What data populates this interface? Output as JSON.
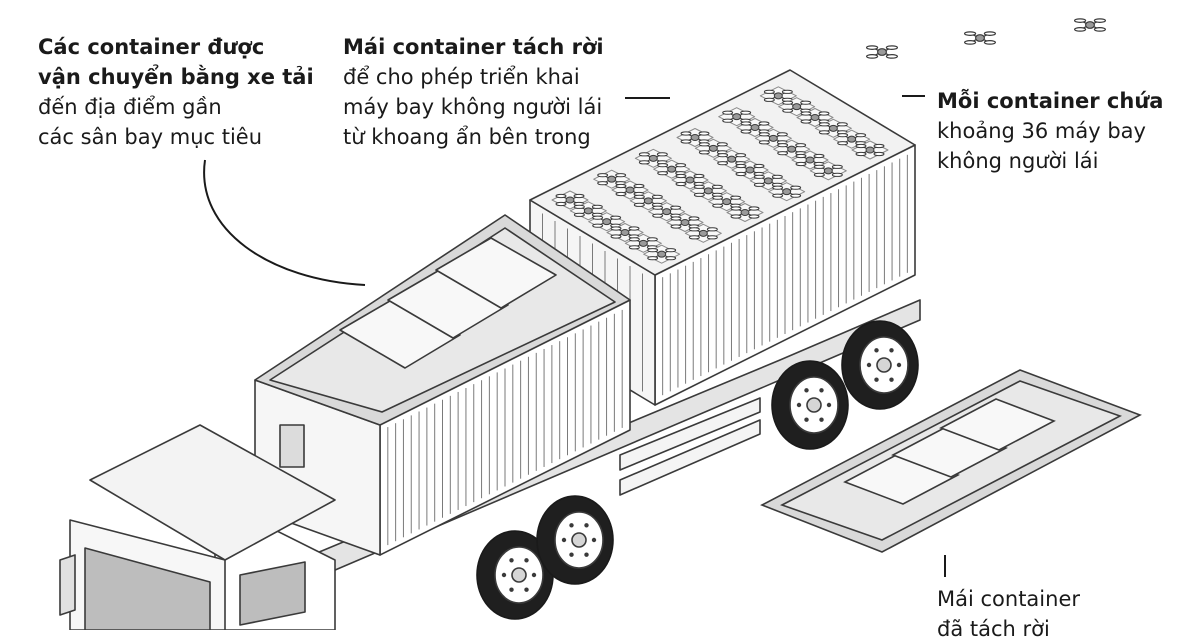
{
  "annotations": {
    "trucks": {
      "bold_lines": [
        "Các container được",
        "vận chuyển bằng xe tải"
      ],
      "lines": [
        "đến địa điểm gần",
        "các sân bay mục tiêu"
      ]
    },
    "roof": {
      "bold_lines": [
        "Mái container tách rời"
      ],
      "lines": [
        "để cho phép triển khai",
        "máy bay không người lái",
        "từ khoang ẩn bên trong"
      ]
    },
    "count": {
      "bold_lines": [
        "Mỗi container chứa"
      ],
      "lines": [
        "khoảng 36 máy bay",
        "không người lái"
      ]
    },
    "detached": {
      "bold_lines": [],
      "lines": [
        "Mái container",
        "đã tách rời"
      ]
    }
  },
  "palette": {
    "ink": "#1a1a1a",
    "outline": "#3a3a3a",
    "light_gray": "#f2f2f2",
    "mid_gray": "#d6d6d6",
    "dark_gray": "#9a9a9a",
    "white": "#ffffff"
  },
  "drone_grid": {
    "rows": 6,
    "cols": 6,
    "flying_drones": 3
  },
  "icons": [
    "drone-icon",
    "wheel-icon"
  ]
}
